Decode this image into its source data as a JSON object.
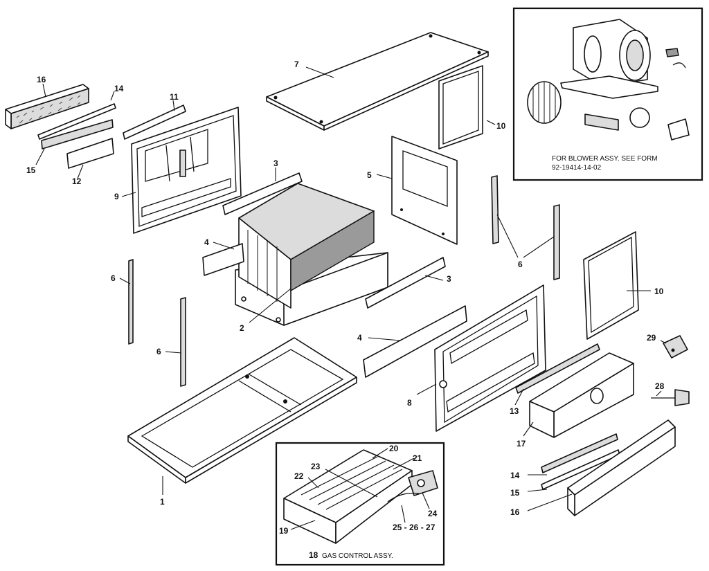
{
  "callouts": {
    "n1": "1",
    "n2": "2",
    "n3a": "3",
    "n3b": "3",
    "n4a": "4",
    "n4b": "4",
    "n5": "5",
    "n6a": "6",
    "n6b": "6",
    "n6c": "6",
    "n7": "7",
    "n8": "8",
    "n9": "9",
    "n10a": "10",
    "n10b": "10",
    "n11": "11",
    "n12": "12",
    "n13": "13",
    "n14a": "14",
    "n14b": "14",
    "n15a": "15",
    "n15b": "15",
    "n16a": "16",
    "n16b": "16",
    "n17": "17",
    "n19": "19",
    "n20": "20",
    "n21": "21",
    "n22": "22",
    "n23": "23",
    "n24": "24",
    "n25": "25 - 26 - 27",
    "n28": "28",
    "n29": "29"
  },
  "blower_inset": {
    "line1": "FOR BLOWER ASSY. SEE FORM",
    "line2": "92-19414-14-02"
  },
  "gas_inset": {
    "number": "18",
    "title": "GAS CONTROL ASSY."
  }
}
